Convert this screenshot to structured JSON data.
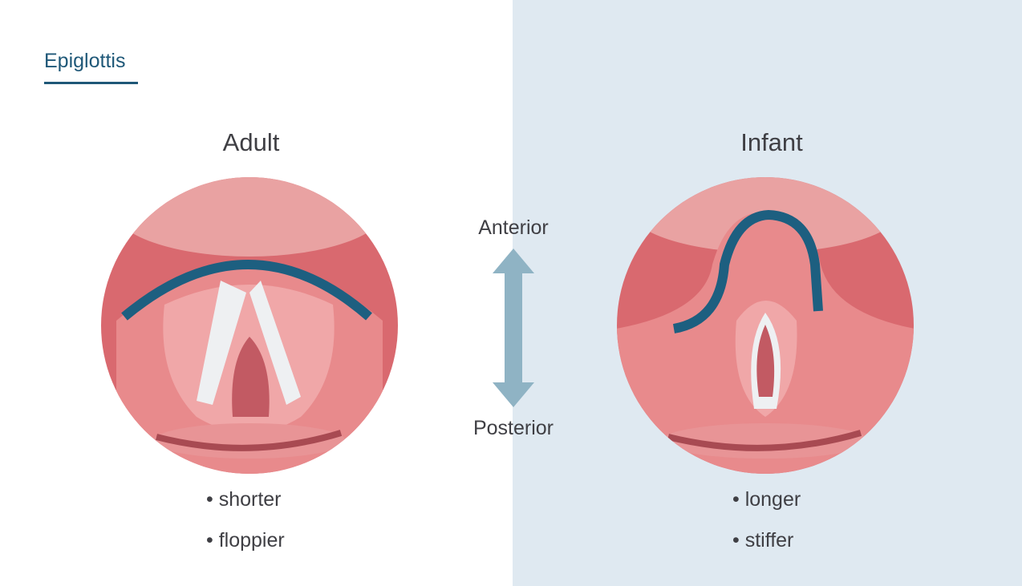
{
  "title": "Epiglottis",
  "adult": {
    "heading": "Adult",
    "bullets": [
      "• shorter",
      "• floppier"
    ]
  },
  "infant": {
    "heading": "Infant",
    "bullets": [
      "• longer",
      "• stiffer"
    ]
  },
  "orientation": {
    "top": "Anterior",
    "bottom": "Posterior"
  },
  "colors": {
    "accent": "#1f5878",
    "panel": "#dfe9f1",
    "arrow": "#8fb3c4",
    "tissue": "#e07c80",
    "epiglottis": "#1d5f80"
  }
}
